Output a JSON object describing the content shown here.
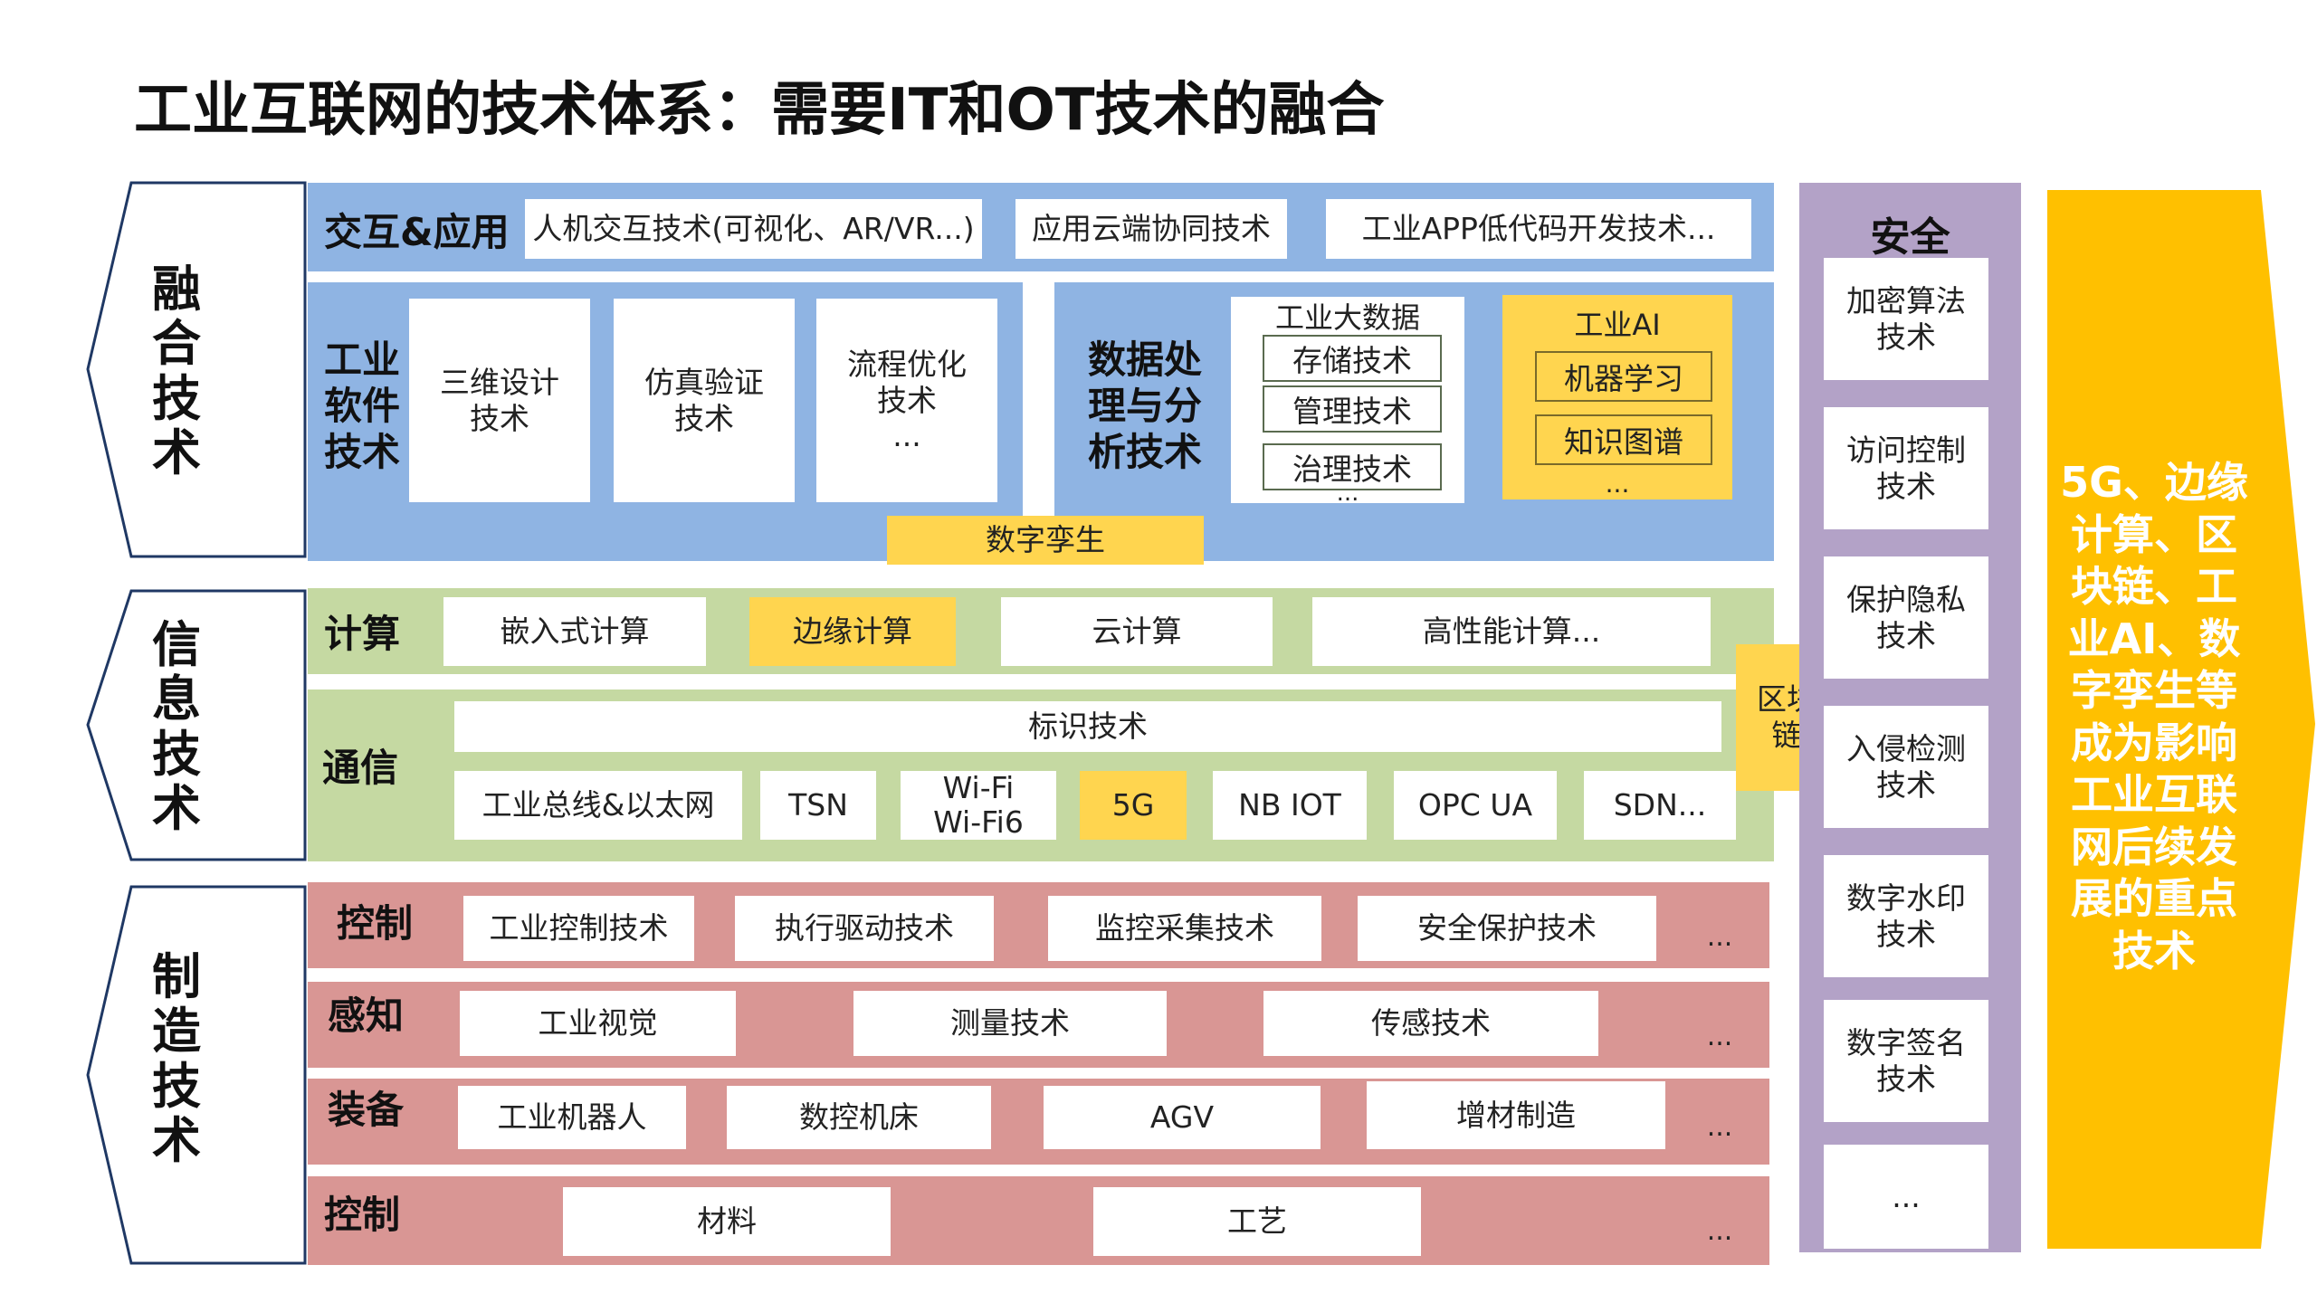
{
  "title": "工业互联网的技术体系：需要IT和OT技术的融合",
  "colors": {
    "blue": "#8fb4e3",
    "green": "#c5d9a2",
    "red": "#d99694",
    "purple": "#b3a2c7",
    "yellow": "#ffd54f",
    "arrow": "#ffc000"
  },
  "side": {
    "fusion": [
      "融",
      "合",
      "技",
      "术"
    ],
    "info": [
      "信",
      "息",
      "技",
      "术"
    ],
    "mfg": [
      "制",
      "造",
      "技",
      "术"
    ]
  },
  "interaction": {
    "label": "交互&应用",
    "items": [
      "人机交互技术(可视化、AR/VR...)",
      "应用云端协同技术",
      "工业APP低代码开发技术..."
    ]
  },
  "software": {
    "label_lines": [
      "工业",
      "软件",
      "技术"
    ],
    "items": [
      [
        "三维设计",
        "技术"
      ],
      [
        "仿真验证",
        "技术"
      ],
      [
        "流程优化",
        "技术",
        "..."
      ]
    ]
  },
  "data_tech": {
    "label_lines": [
      "数据处",
      "理与分",
      "析技术"
    ],
    "bigdata": {
      "title": "工业大数据",
      "items": [
        "存储技术",
        "管理技术",
        "治理技术"
      ],
      "more": "..."
    },
    "ai": {
      "title": "工业AI",
      "items": [
        "机器学习",
        "知识图谱"
      ],
      "more": "..."
    }
  },
  "digital_twin": "数字孪生",
  "compute": {
    "label": "计算",
    "items": [
      "嵌入式计算",
      "边缘计算",
      "云计算",
      "高性能计算..."
    ]
  },
  "comm": {
    "label": "通信",
    "top": "标识技术",
    "items": [
      "工业总线&以太网",
      "TSN",
      "Wi-Fi",
      "Wi-Fi6",
      "5G",
      "NB IOT",
      "OPC UA",
      "SDN..."
    ]
  },
  "blockchain": [
    "区块",
    "链"
  ],
  "mfg_rows": [
    {
      "label": "控制",
      "items": [
        "工业控制技术",
        "执行驱动技术",
        "监控采集技术",
        "安全保护技术"
      ],
      "more": "..."
    },
    {
      "label": "感知",
      "items": [
        "工业视觉",
        "测量技术",
        "传感技术"
      ],
      "more": "..."
    },
    {
      "label": "装备",
      "items": [
        "工业机器人",
        "数控机床",
        "AGV",
        "增材制造"
      ],
      "more": "..."
    },
    {
      "label": "控制",
      "items": [
        "材料",
        "工艺"
      ],
      "more": "..."
    }
  ],
  "security": {
    "title": "安全",
    "items": [
      [
        "加密算法",
        "技术"
      ],
      [
        "访问控制",
        "技术"
      ],
      [
        "保护隐私",
        "技术"
      ],
      [
        "入侵检测",
        "技术"
      ],
      [
        "数字水印",
        "技术"
      ],
      [
        "数字签名",
        "技术"
      ]
    ],
    "more": "..."
  },
  "arrow_text": [
    "5G、边缘",
    "计算、区",
    "块链、工",
    "业AI、数",
    "字孪生等",
    "成为影响",
    "工业互联",
    "网后续发",
    "展的重点",
    "技术"
  ]
}
